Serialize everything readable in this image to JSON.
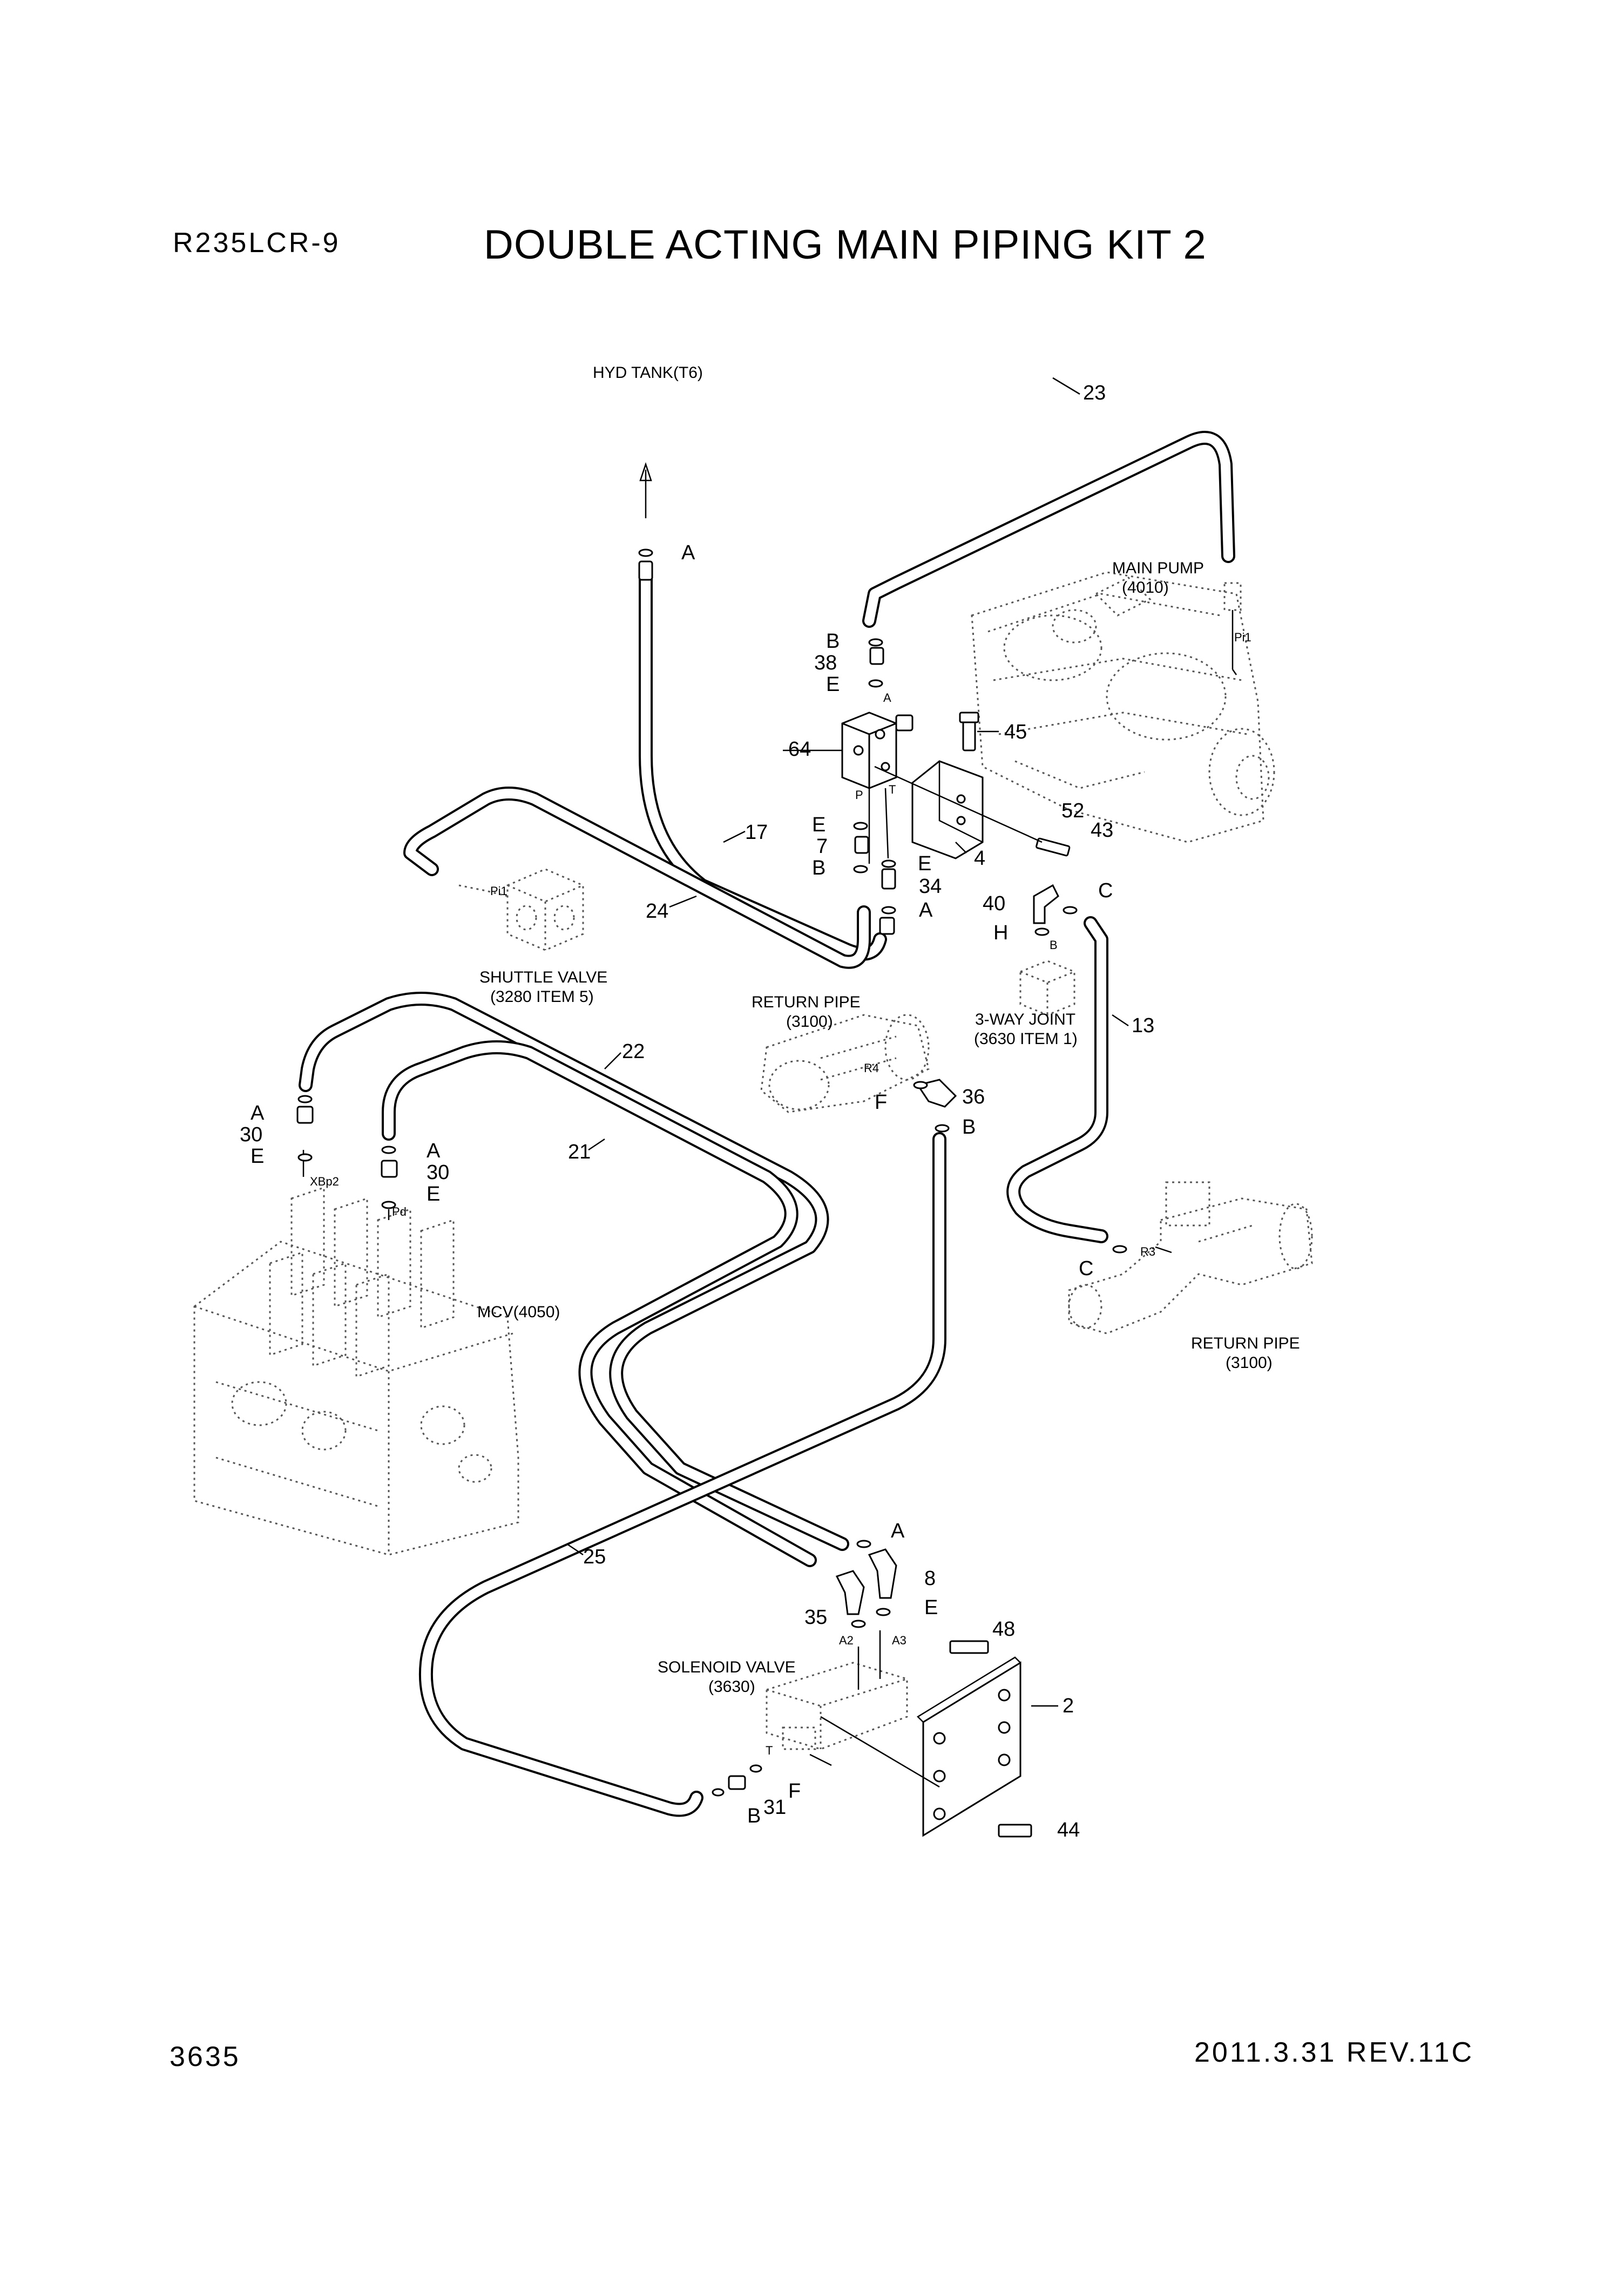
{
  "header": {
    "model": "R235LCR-9",
    "title": "DOUBLE ACTING MAIN PIPING KIT 2"
  },
  "footer": {
    "page_number": "3635",
    "revision": "2011.3.31 REV.11C"
  },
  "components": {
    "hyd_tank": "HYD TANK(T6)",
    "main_pump": "MAIN PUMP",
    "main_pump_ref": "(4010)",
    "shuttle_valve": "SHUTTLE VALVE",
    "shuttle_valve_ref": "(3280 ITEM 5)",
    "return_pipe_1": "RETURN PIPE",
    "return_pipe_1_ref": "(3100)",
    "three_way_joint": "3-WAY JOINT",
    "three_way_joint_ref": "(3630 ITEM 1)",
    "mcv": "MCV(4050)",
    "return_pipe_2": "RETURN PIPE",
    "return_pipe_2_ref": "(3100)",
    "solenoid_valve": "SOLENOID VALVE",
    "solenoid_valve_ref": "(3630)"
  },
  "ports": {
    "pi1_pump": "Pi1",
    "pi1_shuttle": "Pi1",
    "a_block": "A",
    "p_block": "P",
    "t_block": "T",
    "b_joint": "B",
    "r4": "R4",
    "r3": "R3",
    "xbp2": "XBp2",
    "pd": "Pd",
    "a2": "A2",
    "a3": "A3",
    "t_sol": "T"
  },
  "callouts": {
    "n23": "23",
    "n38": "38",
    "n64": "64",
    "n45": "45",
    "n52": "52",
    "n43": "43",
    "n4": "4",
    "n17": "17",
    "n7": "7",
    "n34": "34",
    "n24": "24",
    "n40": "40",
    "n13": "13",
    "n22": "22",
    "n21": "21",
    "n30a": "30",
    "n30b": "30",
    "n36": "36",
    "n25": "25",
    "n8": "8",
    "n35": "35",
    "n48": "48",
    "n2": "2",
    "n44": "44",
    "n31": "31",
    "A_tank": "A",
    "B_38": "B",
    "E_38": "E",
    "E_7": "E",
    "B_7": "B",
    "E_34": "E",
    "A_34": "A",
    "C_40": "C",
    "H_40": "H",
    "A_30a": "A",
    "E_30a": "E",
    "A_30b": "A",
    "E_30b": "E",
    "F_36": "F",
    "B_36": "B",
    "C_13": "C",
    "A_8": "A",
    "E_8": "E",
    "B_31": "B",
    "F_31": "F"
  }
}
